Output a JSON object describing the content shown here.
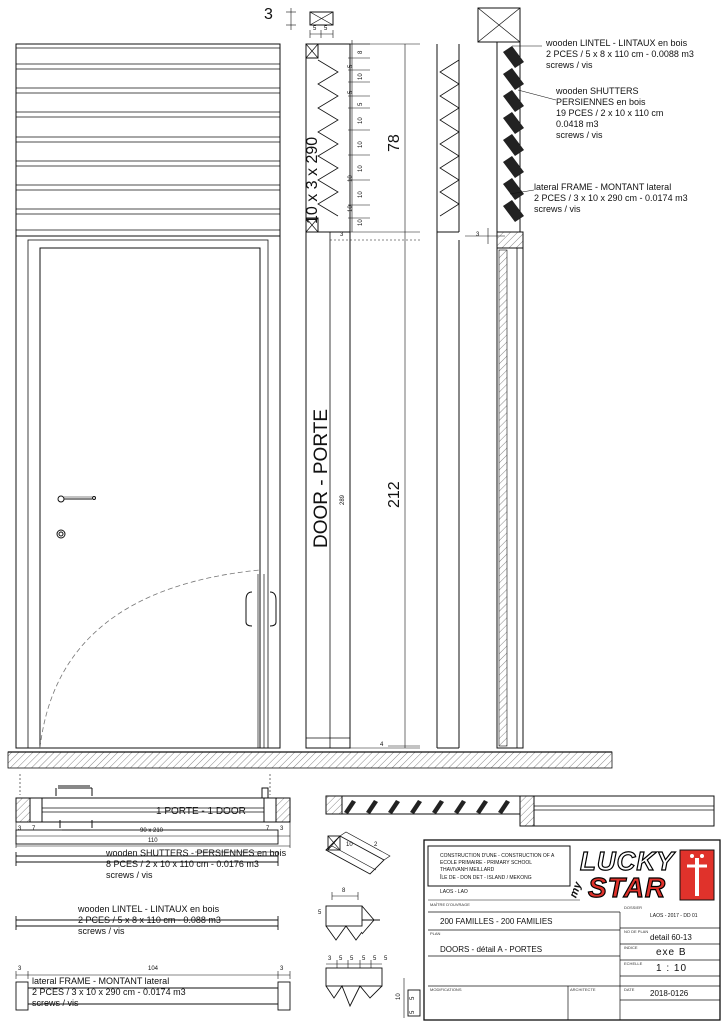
{
  "callouts": {
    "lintel": {
      "line1": "wooden LINTEL - LINTAUX en bois",
      "line2": "2 PCES / 5 x 8 x  110 cm - 0.0088 m3",
      "line3": "screws / vis"
    },
    "shutters": {
      "line1": "wooden SHUTTERS",
      "line2": "PERSIENNES en bois",
      "line3": "19 PCES / 2 x 10 x  110 cm",
      "line4": "0.0418 m3",
      "line5": "screws / vis"
    },
    "frame": {
      "line1": "lateral FRAME - MONTANT lateral",
      "line2": "2 PCES / 3 x 10 x  290 cm - 0.0174 m3",
      "line3": "screws / vis"
    }
  },
  "section_labels": {
    "frame_size": "10 x 3 x 290",
    "door": "DOOR - PORTE",
    "dim_78": "78",
    "dim_212": "212",
    "dim_289": "289",
    "dim_3_top": "3",
    "dim_5a": "5",
    "dim_5b": "5",
    "dim_3_mid_a": "3",
    "dim_3_mid_b": "3",
    "dim_4": "4",
    "shutter_dims": [
      "8",
      "5",
      "10",
      "5",
      "5",
      "10",
      "10",
      "10",
      "10",
      "10",
      "10",
      "10"
    ]
  },
  "plan": {
    "title": "1 PORTE - 1 DOOR",
    "dim_3_left": "3",
    "dim_7_left": "7",
    "dim_90x210": "90 x 210",
    "dim_7_right": "7",
    "dim_3_right": "3",
    "dim_110": "110"
  },
  "parts": {
    "shutters": {
      "line1": "wooden SHUTTERS - PERSIENNES en bois",
      "line2": "8 PCES / 2 x 10 x  110 cm - 0.0176 m3",
      "line3": "screws / vis",
      "sec_dims": [
        "10",
        "2"
      ]
    },
    "lintel": {
      "line1": "wooden LINTEL - LINTAUX en bois",
      "line2": "2 PCES / 5 x 8 x  110 cm - 0.088 m3",
      "line3": "screws / vis",
      "sec_dims": [
        "8",
        "5"
      ]
    },
    "frame": {
      "line1": "lateral FRAME - MONTANT lateral",
      "line2": "2 PCES / 3 x 10 x  290 cm - 0.0174 m3",
      "line3": "screws / vis",
      "dim_104": "104",
      "dim_3a": "3",
      "dim_3b": "3",
      "sec_dims": [
        "3",
        "5",
        "5",
        "5",
        "5",
        "5"
      ],
      "side_dims": [
        "10",
        "5",
        "5"
      ]
    }
  },
  "title_block": {
    "project_line1": "CONSTRUCTION D'UNE - CONSTRUCTION OF A",
    "project_line2": "ECOLE PRIMAIRE - PRIMARY SCHOOL",
    "project_line3": "THAVIVANH MEILLARD",
    "project_line4": "ÎLE DE - DON DET - ISLAND / MEKONG",
    "project_line5": "LAOS - LAO",
    "owner_label": "MAÎTRE D'OUVRAGE",
    "owner": "200 FAMILLES - 200 FAMILIES",
    "plan_label": "PLAN",
    "plan": "DOORS - détail A - PORTES",
    "modifications_label": "MODIFICATIONS",
    "architect_label": "ARCHITECTE",
    "dossier_label": "DOSSIER",
    "dossier": "LAOS - 2017 - DD 01",
    "no_plan_label": "NO DE PLAN",
    "no_plan": "detail 60-13",
    "indice_label": "INDICE",
    "indice": "exe B",
    "echelle_label": "ECHELLE",
    "echelle": "1 : 10",
    "date_label": "DATE",
    "date": "2018-0126",
    "logo_lucky": "LUCKY",
    "logo_my": "my",
    "logo_star": "STAR"
  }
}
